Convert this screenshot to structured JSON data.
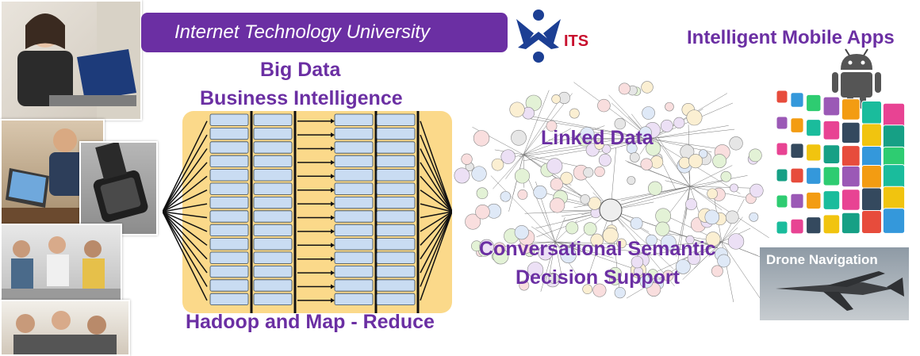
{
  "banner": {
    "title": "Internet Technology University"
  },
  "logo": {
    "text": "ITS",
    "color": "#c8102e",
    "figure_color": "#1c3f94"
  },
  "labels": {
    "big_data": "Big Data",
    "business_intelligence": "Business Intelligence",
    "hadoop": "Hadoop and Map - Reduce",
    "linked_data": "Linked Data",
    "conv_semantic": "Conversational Semantic",
    "decision_support": "Decision Support",
    "mobile_apps": "Intelligent Mobile Apps",
    "drone": "Drone Navigation"
  },
  "colors": {
    "accent": "#6b2fa3",
    "map_bg": "#fbd98a",
    "map_cell": "#c9dcf2"
  }
}
